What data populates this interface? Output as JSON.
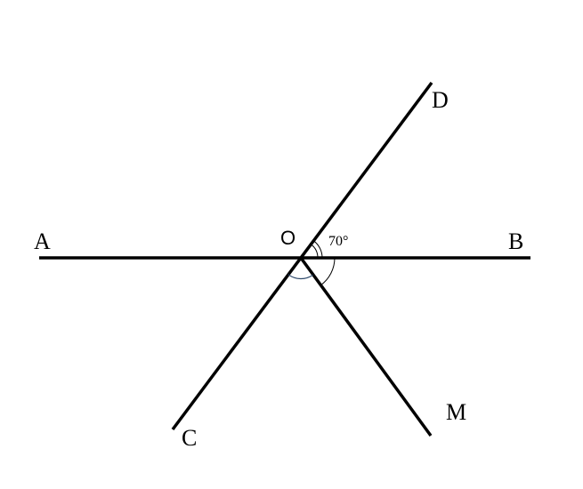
{
  "diagram": {
    "points": {
      "A": "A",
      "B": "B",
      "C": "C",
      "D": "D",
      "M": "M",
      "O": "O"
    },
    "angle_label": "70°"
  }
}
